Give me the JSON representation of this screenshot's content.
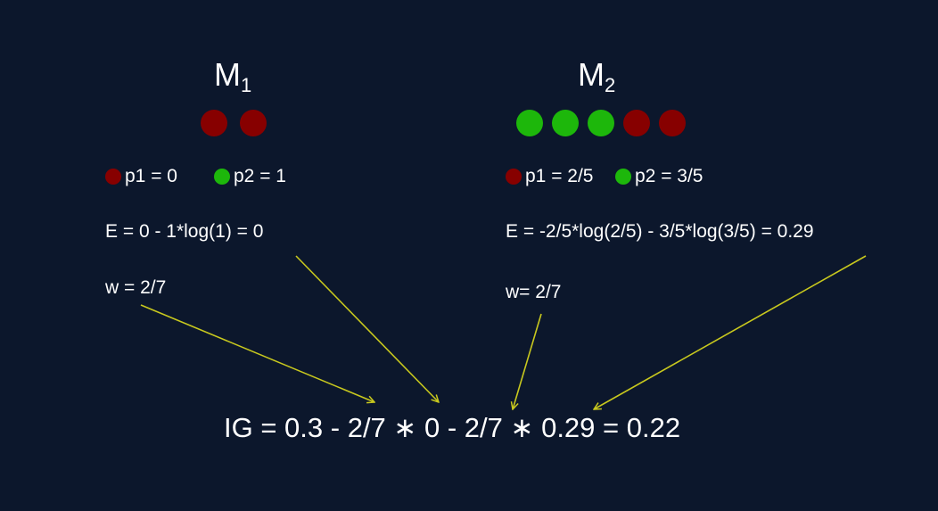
{
  "colors": {
    "background": "#0c172c",
    "text": "#ffffff",
    "green": "#1db70b",
    "red": "#870000",
    "arrow": "#c8c81e"
  },
  "m1": {
    "title": "M",
    "subscript": "1",
    "balls": [
      "red",
      "red"
    ],
    "p1": "p1 = 0",
    "p2": "p2 = 1",
    "entropy": "E = 0 - 1*log(1) = 0",
    "weight": "w = 2/7"
  },
  "m2": {
    "title": "M",
    "subscript": "2",
    "balls": [
      "green",
      "green",
      "green",
      "red",
      "red"
    ],
    "p1": "p1 = 2/5",
    "p2": "p2 = 3/5",
    "entropy": "E = -2/5*log(2/5) - 3/5*log(3/5) = 0.29",
    "weight": "w= 2/7"
  },
  "information_gain": "IG = 0.3 - 2/7 ∗ 0 - 2/7 ∗ 0.29 = 0.22"
}
